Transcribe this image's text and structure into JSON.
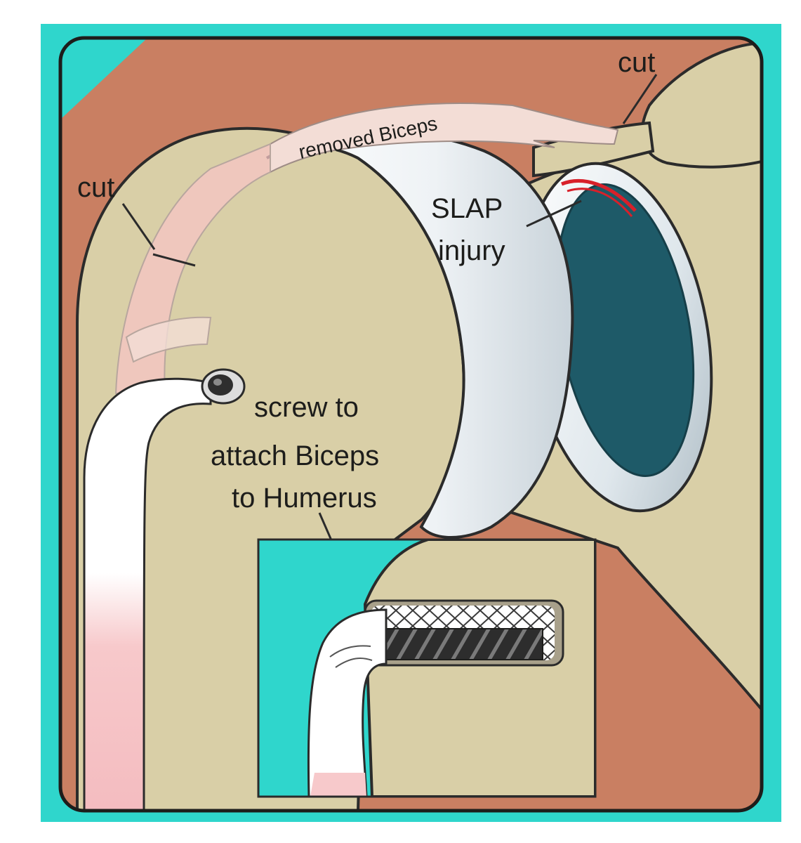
{
  "colors": {
    "frame": "#2fd6cc",
    "muscle": "#c97f62",
    "bone": "#d9cfa7",
    "outline": "#2b2b2b",
    "tendon_pink": "#f5c4c4",
    "tendon_light": "#f3ddd6",
    "humeral_head": "#f2f5f7",
    "glenoid": "#1e5a68",
    "screw": "#3a3a3a",
    "injury_red": "#d8202a"
  },
  "icons": [
    "screw-icon"
  ],
  "labels": {
    "cut_top": "cut",
    "cut_left": "cut",
    "removed_biceps": "removed Biceps",
    "slap_line1": "SLAP",
    "slap_line2": "injury",
    "screw_line1": "screw to",
    "screw_line2": "attach Biceps",
    "screw_line3": "to Humerus"
  }
}
